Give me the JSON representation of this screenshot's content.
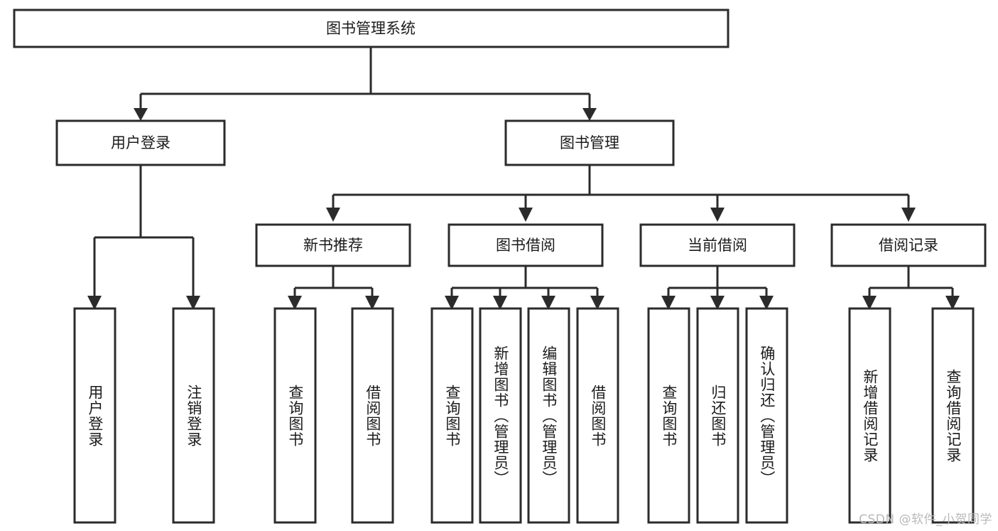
{
  "diagram": {
    "title": "图书管理系统",
    "watermark": "CSDN @软件_小贺同学",
    "colors": {
      "stroke": "#2b2b2b",
      "fill": "#ffffff",
      "text": "#1b1b1b",
      "watermark": "#b9b9b9",
      "background": "#ffffff"
    },
    "root": {
      "label": "图书管理系统"
    },
    "level2": [
      {
        "label": "用户登录"
      },
      {
        "label": "图书管理"
      }
    ],
    "level3": [
      {
        "label": "新书推荐"
      },
      {
        "label": "图书借阅"
      },
      {
        "label": "当前借阅"
      },
      {
        "label": "借阅记录"
      }
    ],
    "leaves": {
      "user_login": [
        {
          "label": "用户登录"
        },
        {
          "label": "注销登录"
        }
      ],
      "new_book_recommend": [
        {
          "label": "查询图书"
        },
        {
          "label": "借阅图书"
        }
      ],
      "book_borrow": [
        {
          "label": "查询图书"
        },
        {
          "label": "新增图书（管理员）"
        },
        {
          "label": "编辑图书（管理员）"
        },
        {
          "label": "借阅图书"
        }
      ],
      "current_borrow": [
        {
          "label": "查询图书"
        },
        {
          "label": "归还图书"
        },
        {
          "label": "确认归还（管理员）"
        }
      ],
      "borrow_record": [
        {
          "label": "新增借阅记录"
        },
        {
          "label": "查询借阅记录"
        }
      ]
    }
  }
}
